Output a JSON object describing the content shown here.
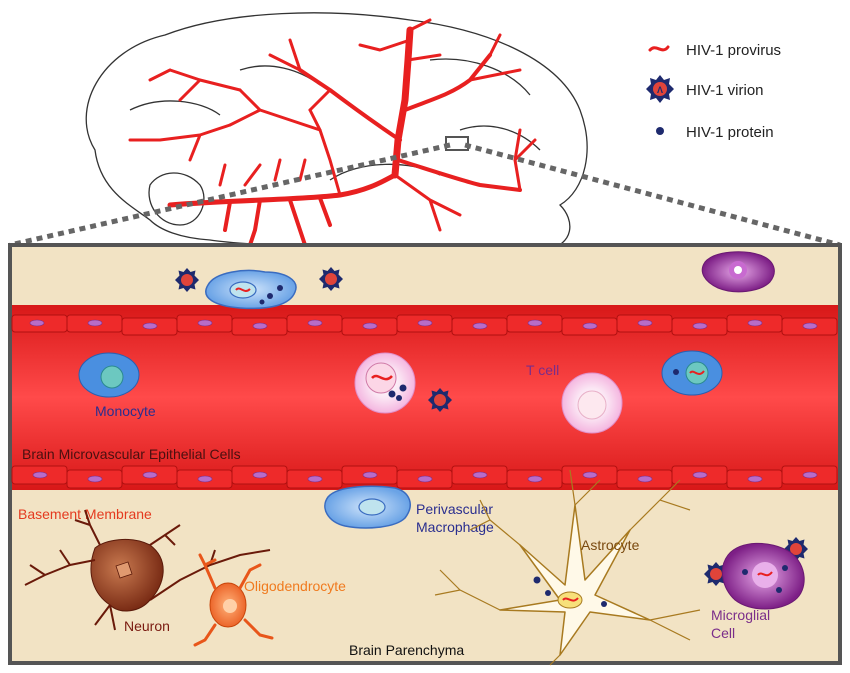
{
  "legend": {
    "provirus": "HIV-1  provirus",
    "virion": "HIV-1 virion",
    "protein": "HIV-1 protein"
  },
  "labels": {
    "monocyte": "Monocyte",
    "t_cell": "T cell",
    "bmec": "Brain Microvascular Epithelial Cells",
    "basement_membrane": "Basement Membrane",
    "perivascular_line1": "Perivascular",
    "perivascular_line2": "Macrophage",
    "astrocyte": "Astrocyte",
    "oligodendrocyte": "Oligodendrocyte",
    "neuron": "Neuron",
    "microglial_line1": "Microglial",
    "microglial_line2": "Cell",
    "parenchyma": "Brain Parenchyma"
  },
  "colors": {
    "vessel": "#ee2a2a",
    "tissue": "#f2e3c4",
    "cell_blue": "#4a7fd4",
    "microglia": "#8a2d93",
    "basement_label": "#e43a1f",
    "oligodendrocyte_label": "#f07a1e",
    "neuron_label": "#7a1a10",
    "astrocyte_label": "#7a4a10",
    "label_blue": "#2a2e8f",
    "label_purple": "#7a2d8a"
  }
}
